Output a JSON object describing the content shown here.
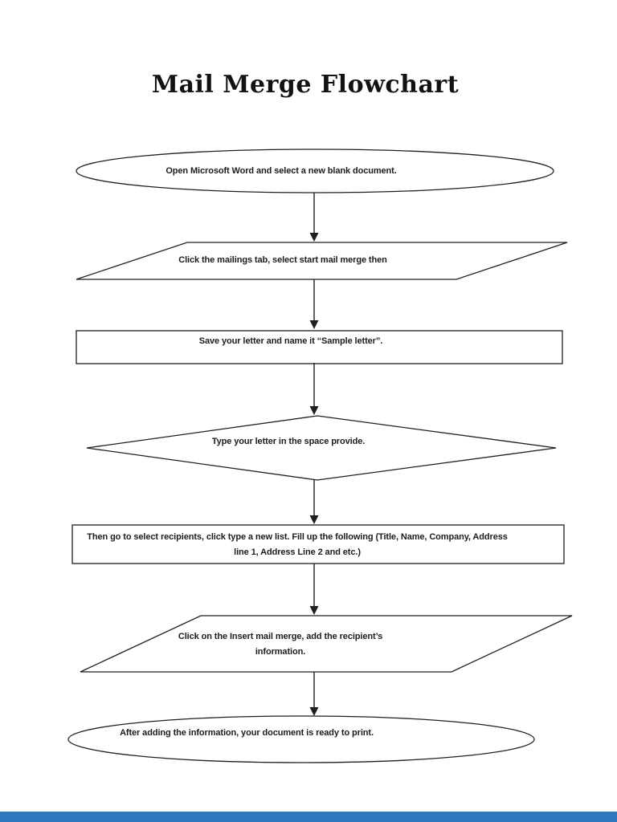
{
  "page": {
    "title": "Mail Merge Flowchart"
  },
  "flowchart": {
    "nodes": [
      {
        "id": "start",
        "shape": "ellipse",
        "lines": [
          "Open Microsoft Word and select a new blank document."
        ]
      },
      {
        "id": "mailings-tab",
        "shape": "parallelogram",
        "lines": [
          "Click the mailings tab, select start mail merge then"
        ]
      },
      {
        "id": "save-letter",
        "shape": "rectangle",
        "lines": [
          "Save your letter and name it “Sample letter”."
        ]
      },
      {
        "id": "type-letter",
        "shape": "diamond",
        "lines": [
          "Type your letter in the space provide."
        ]
      },
      {
        "id": "select-recipients",
        "shape": "rectangle",
        "lines": [
          "Then go to select recipients, click type a new list. Fill up the following (Title, Name, Company, Address",
          "line 1, Address Line 2 and etc.)"
        ]
      },
      {
        "id": "insert-mail-merge",
        "shape": "parallelogram",
        "lines": [
          "Click on the Insert mail merge, add the recipient’s",
          "information."
        ]
      },
      {
        "id": "end",
        "shape": "ellipse",
        "lines": [
          "After adding the information, your document is ready to print."
        ]
      }
    ]
  },
  "footer": {
    "bar_color": "#3078bd"
  }
}
